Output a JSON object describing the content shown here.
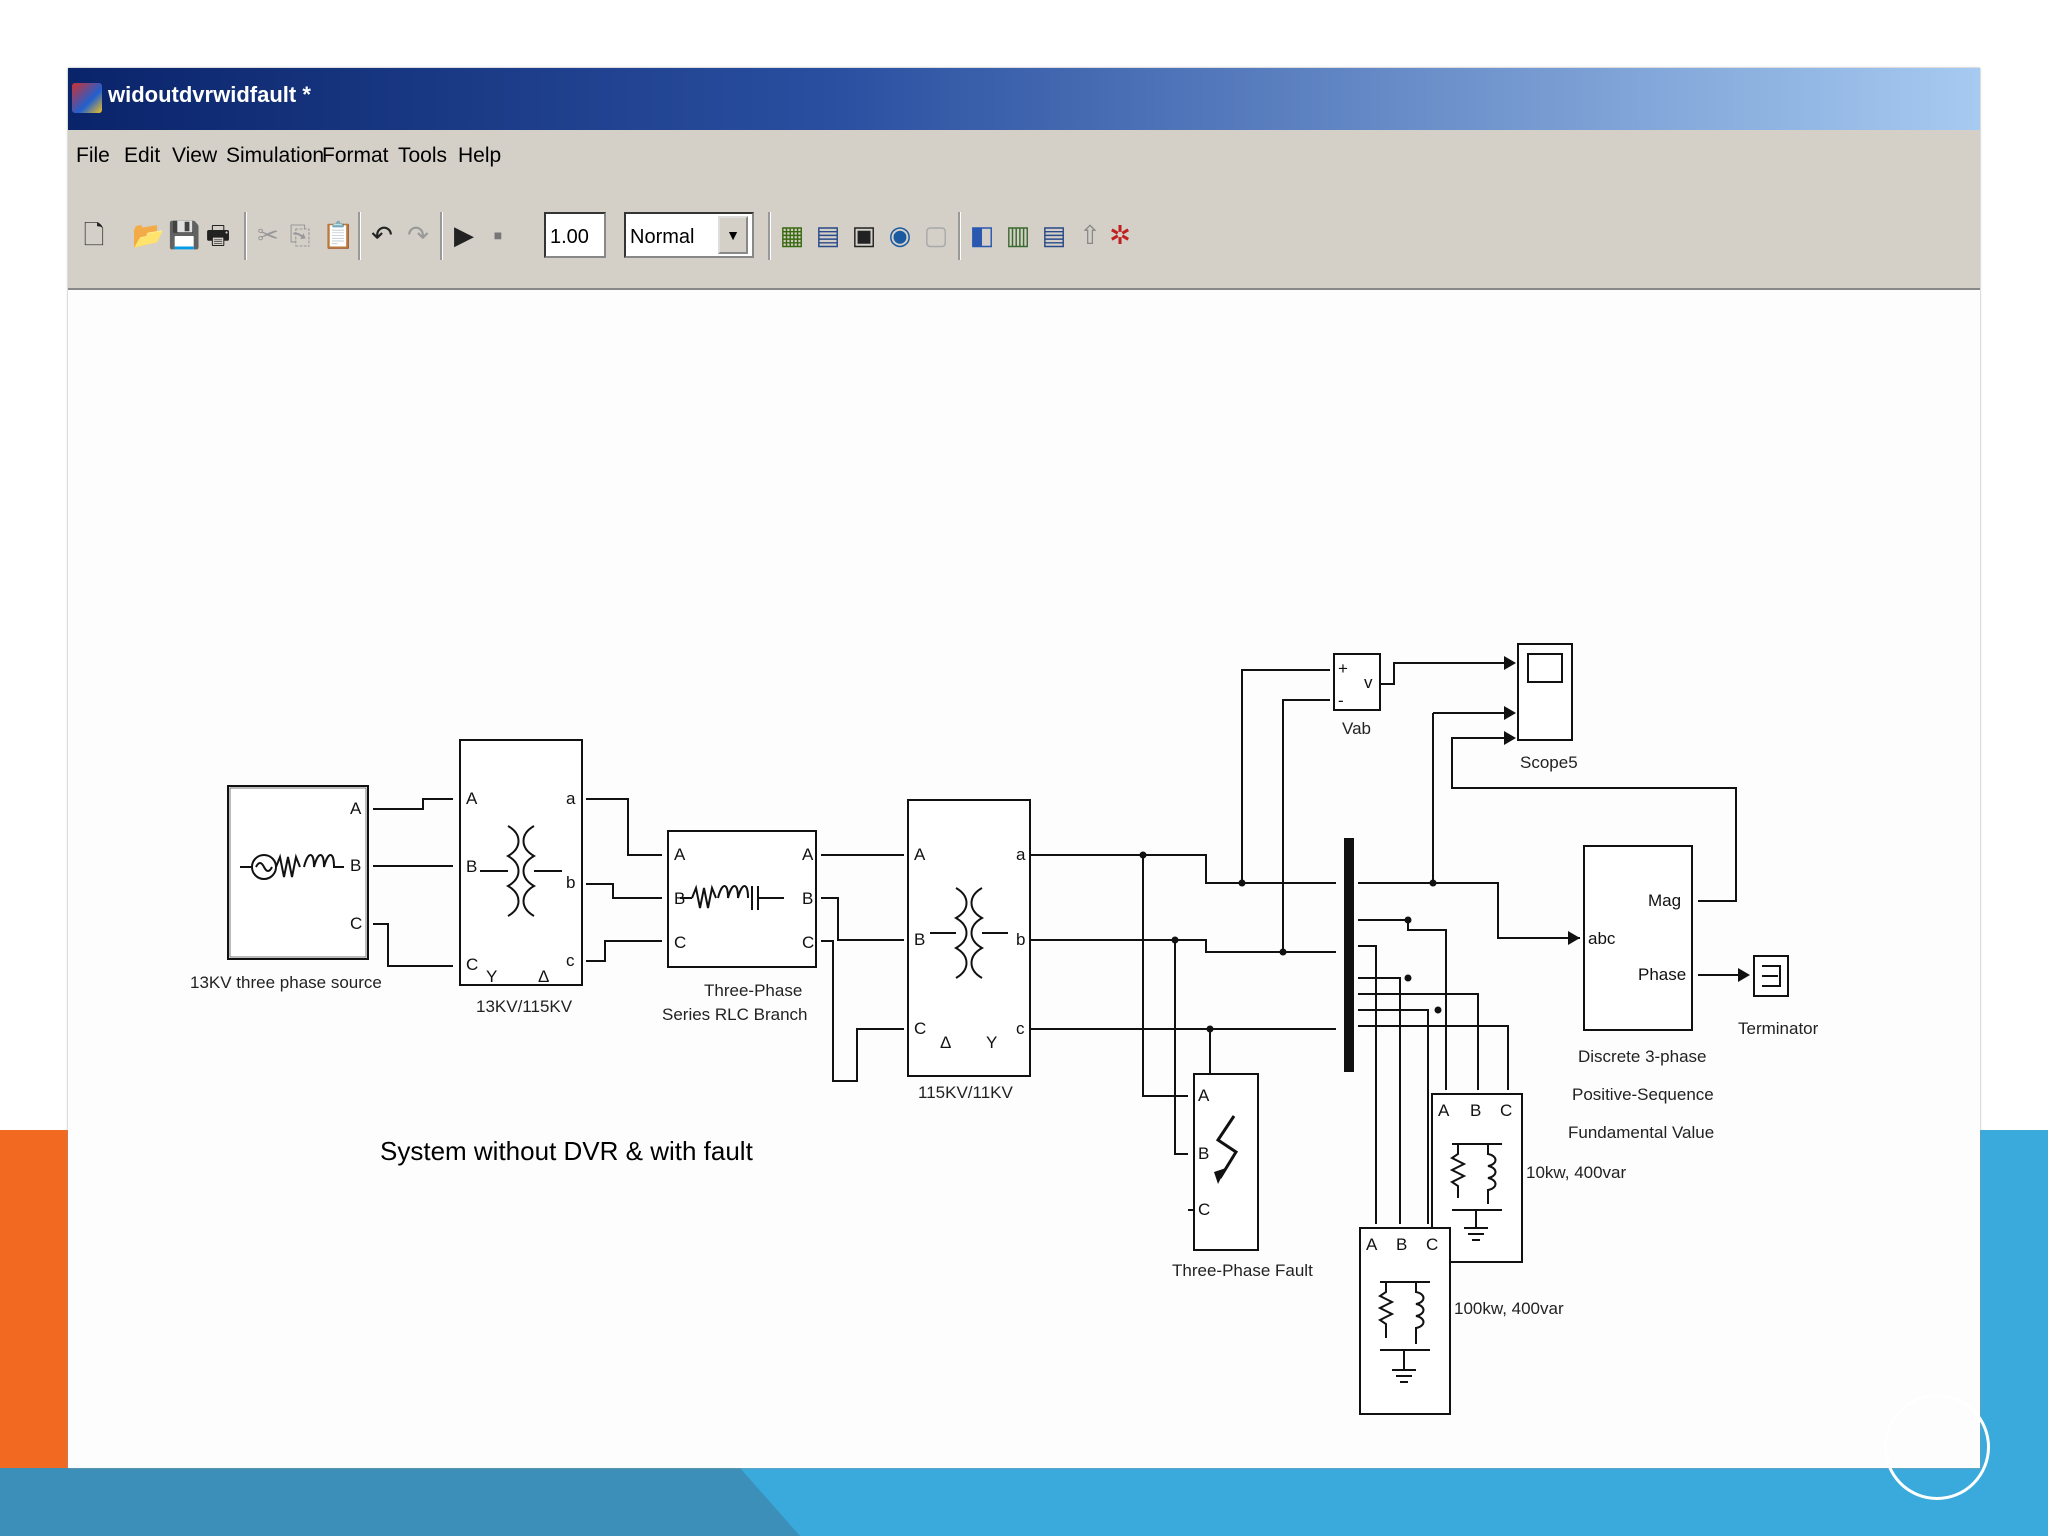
{
  "window": {
    "title": "widoutdvrwidfault *"
  },
  "menu": [
    "File",
    "Edit",
    "View",
    "Simulation",
    "Format",
    "Tools",
    "Help"
  ],
  "toolbar": {
    "stop_time": "1.00",
    "sim_mode": "Normal",
    "icons": [
      "new-icon",
      "open-icon",
      "save-icon",
      "print-icon",
      "cut-icon",
      "copy-icon",
      "paste-icon",
      "undo-icon",
      "redo-icon",
      "start-icon",
      "stop-icon",
      "build-icon",
      "library-icon",
      "explorer-icon",
      "debug-icon",
      "model-icon",
      "browser-icon",
      "pointer-icon"
    ]
  },
  "blocks": {
    "source": {
      "label": "13KV three phase source",
      "ports": [
        "A",
        "B",
        "C"
      ]
    },
    "xfmr1": {
      "label": "13KV/115KV",
      "in_ports": [
        "A",
        "B",
        "C"
      ],
      "out_ports": [
        "a",
        "b",
        "c"
      ],
      "marks": [
        "Y",
        "Δ"
      ]
    },
    "rlc": {
      "label_line1": "Three-Phase",
      "label_line2": "Series RLC Branch",
      "in_ports": [
        "A",
        "B",
        "C"
      ],
      "out_ports": [
        "A",
        "B",
        "C"
      ]
    },
    "xfmr2": {
      "label": "115KV/11KV",
      "in_ports": [
        "A",
        "B",
        "C"
      ],
      "out_ports": [
        "a",
        "b",
        "c"
      ],
      "marks": [
        "Δ",
        "Y"
      ]
    },
    "vab": {
      "label": "Vab",
      "in_ports": [
        "+",
        "-"
      ],
      "out_port": "v"
    },
    "scope": {
      "label": "Scope5"
    },
    "fault": {
      "label": "Three-Phase Fault",
      "ports": [
        "A",
        "B",
        "C"
      ]
    },
    "load1": {
      "label": "10kw, 400var",
      "ports": [
        "A",
        "B",
        "C"
      ]
    },
    "load2": {
      "label": "100kw, 400var",
      "ports": [
        "A",
        "B",
        "C"
      ]
    },
    "seq": {
      "label_line1": "Discrete 3-phase",
      "label_line2": "Positive-Sequence",
      "label_line3": "Fundamental Value",
      "in_port": "abc",
      "out_ports": [
        "Mag",
        "Phase"
      ]
    },
    "term": {
      "label": "Terminator"
    }
  },
  "caption": "System without DVR & with fault",
  "colors": {
    "accent_orange": "#f26a21",
    "accent_blue": "#3aa9dc",
    "titlebar": "#0a246a"
  }
}
